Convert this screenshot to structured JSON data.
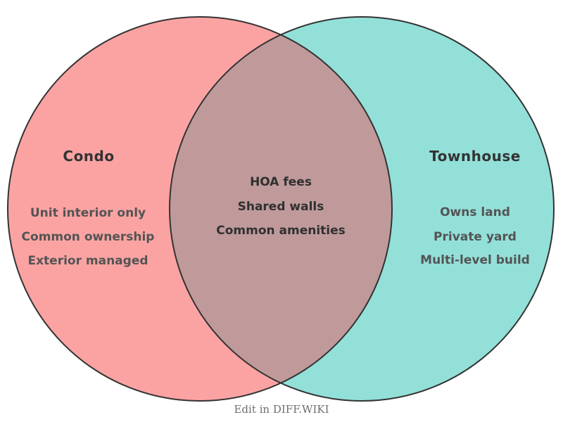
{
  "diagram": {
    "type": "venn",
    "left": {
      "title": "Condo",
      "items": [
        "Unit interior only",
        "Common ownership",
        "Exterior managed"
      ],
      "color": "#FBA3A3"
    },
    "right": {
      "title": "Townhouse",
      "items": [
        "Owns land",
        "Private yard",
        "Multi-level build"
      ],
      "color": "#93E0D9"
    },
    "overlap": {
      "items": [
        "HOA fees",
        "Shared walls",
        "Common amenities"
      ],
      "color": "#C09A9B"
    },
    "outline_color": "#333333"
  },
  "footer": {
    "edit_label": "Edit in DIFF.WIKI"
  }
}
